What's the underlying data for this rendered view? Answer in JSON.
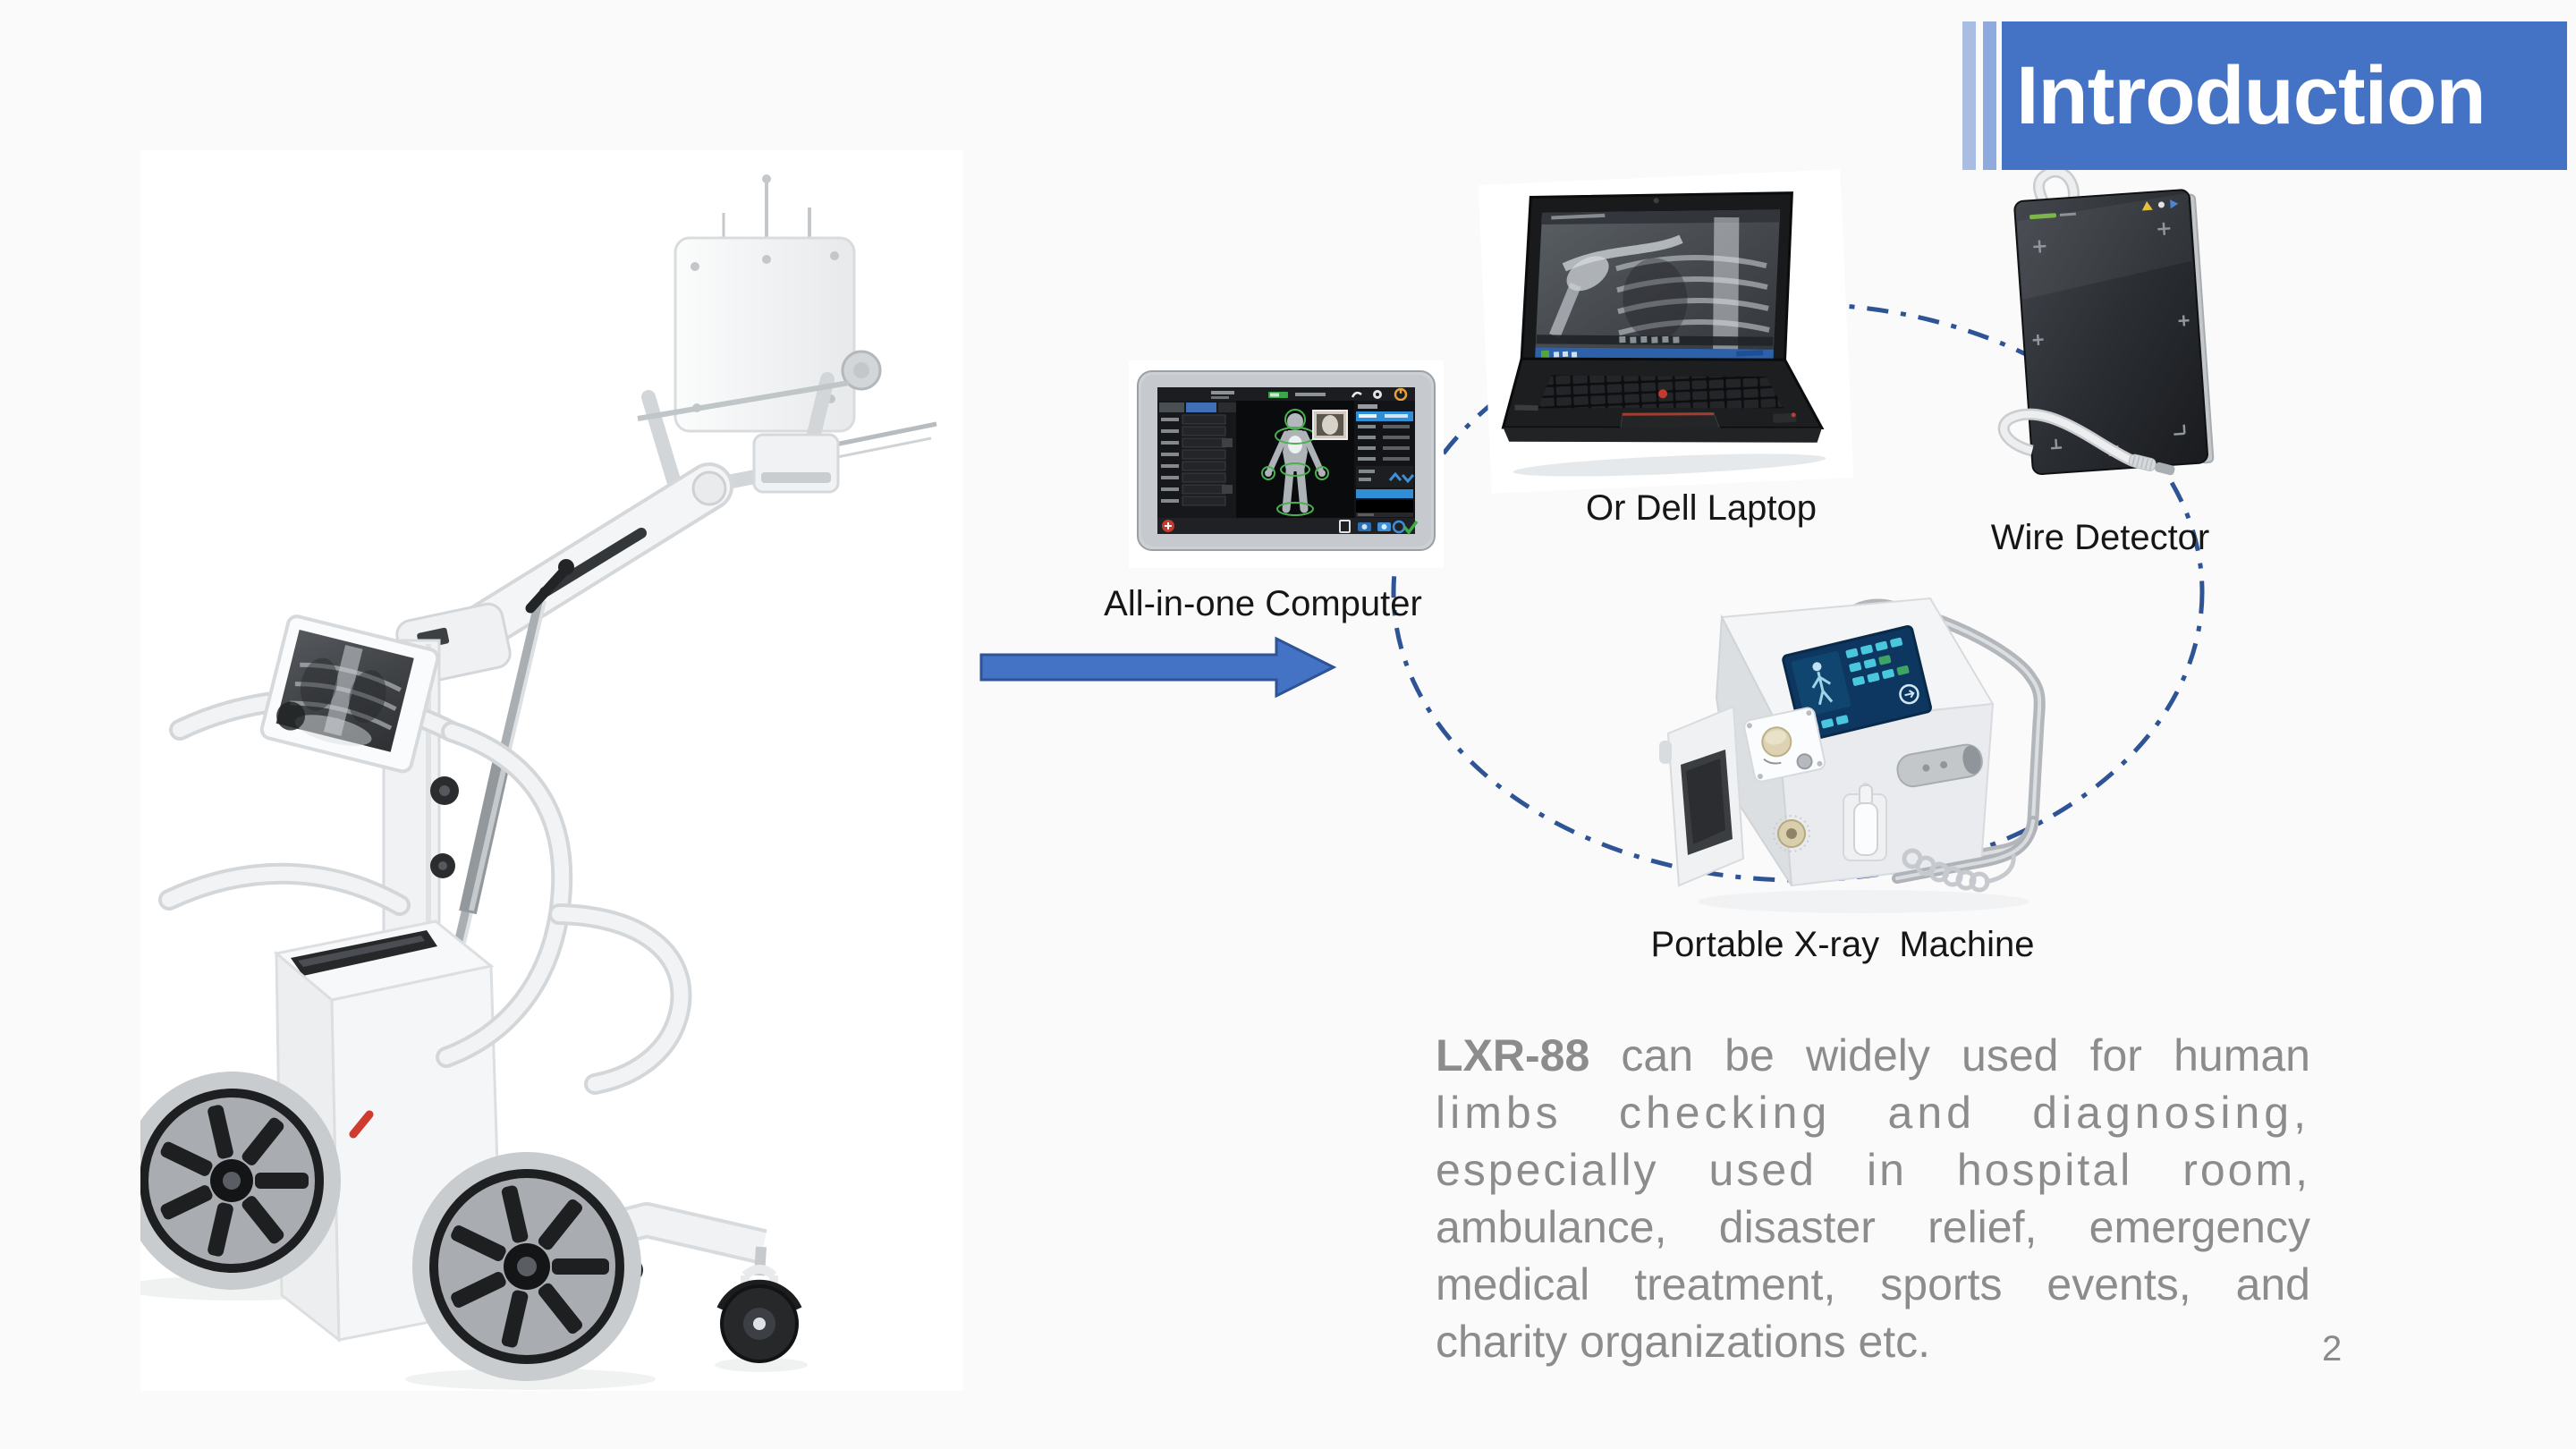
{
  "slide": {
    "page_number": "2"
  },
  "title": {
    "text": "Introduction"
  },
  "colors": {
    "accent_blue": "#4472C4",
    "accent_blue_dark": "#2F5496",
    "bar_light_blue": "#A9BDE3",
    "bar_mid_blue": "#8FAADC",
    "paragraph_gray": "#8C8C8C",
    "label_black": "#161616"
  },
  "diagram": {
    "labels": {
      "all_in_one": "All-in-one Computer",
      "dell_laptop": "Or Dell Laptop",
      "wire_detector": "Wire Detector",
      "portable_xray": "Portable X-ray  Machine"
    }
  },
  "paragraph": {
    "lead": "LXR-88",
    "line1_rest": " can be widely used for human",
    "lines": [
      "limbs checking and diagnosing,",
      "especially used in hospital room,",
      "ambulance, disaster relief, emergency",
      "medical treatment, sports events, and",
      "charity organizations etc."
    ]
  }
}
